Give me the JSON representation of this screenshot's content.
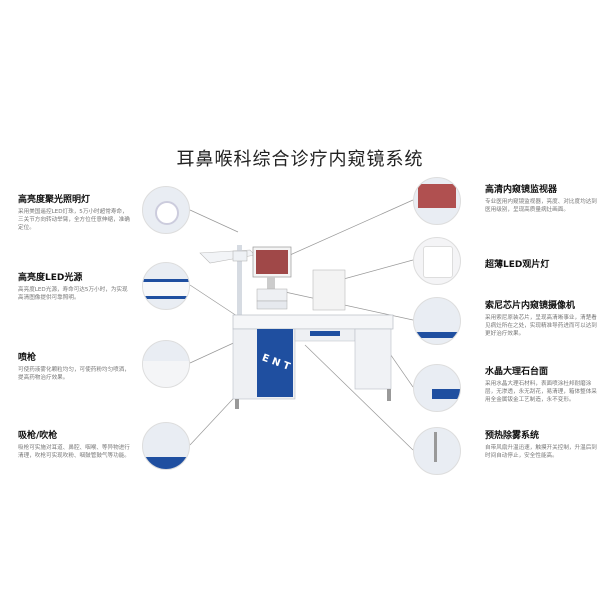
{
  "title": "耳鼻喉科综合诊疗内窥镜系统",
  "left_features": [
    {
      "title": "高亮度聚光照明灯",
      "desc": "采用美国遥控LED灯珠，5万小时超常寿命，三关节方向转动举臂，全方位任意伸缩，准确定位。"
    },
    {
      "title": "高亮度LED光源",
      "desc": "高亮度LED光源，寿命可达5万小时，为实现高清图像提供可靠照明。"
    },
    {
      "title": "喷枪",
      "desc": "可使药液雾化颗粒均匀，可使药粉均匀喷洒，提高药物治疗效果。"
    },
    {
      "title": "吸枪/吹枪",
      "desc": "吸枪可实施对耳道、鼻腔、咽喉、等异物进行清理，吹枪可实现吹粉、咽鼓管鼓气等功能。"
    }
  ],
  "right_features": [
    {
      "title": "高清内窥镜监视器",
      "desc": "专业医用内窥镜监视器，亮度、对比度均达到医用级别，呈现高质量病灶画面。"
    },
    {
      "title": "超薄LED观片灯",
      "desc": ""
    },
    {
      "title": "索尼芯片内窥镜摄像机",
      "desc": "采用索尼原装芯片，呈现高清晰事业，清楚看见病灶所在之处，实现精准导药进而可以达到更好治疗效果。"
    },
    {
      "title": "水晶大理石台面",
      "desc": "采用水晶大理石材料，表面喷涂杜邦耐磨涂层，无渗透，永无刮花，易清理，箱体整体采用全金属钣金工艺制造，永不变形。"
    },
    {
      "title": "预热除雾系统",
      "desc": "自带风扇升温迅速，触摸开关控制，升温后到时间自动停止，安全性能高。"
    }
  ],
  "machine": {
    "panel_text": "E N T"
  },
  "colors": {
    "accent": "#1f4fa0"
  }
}
